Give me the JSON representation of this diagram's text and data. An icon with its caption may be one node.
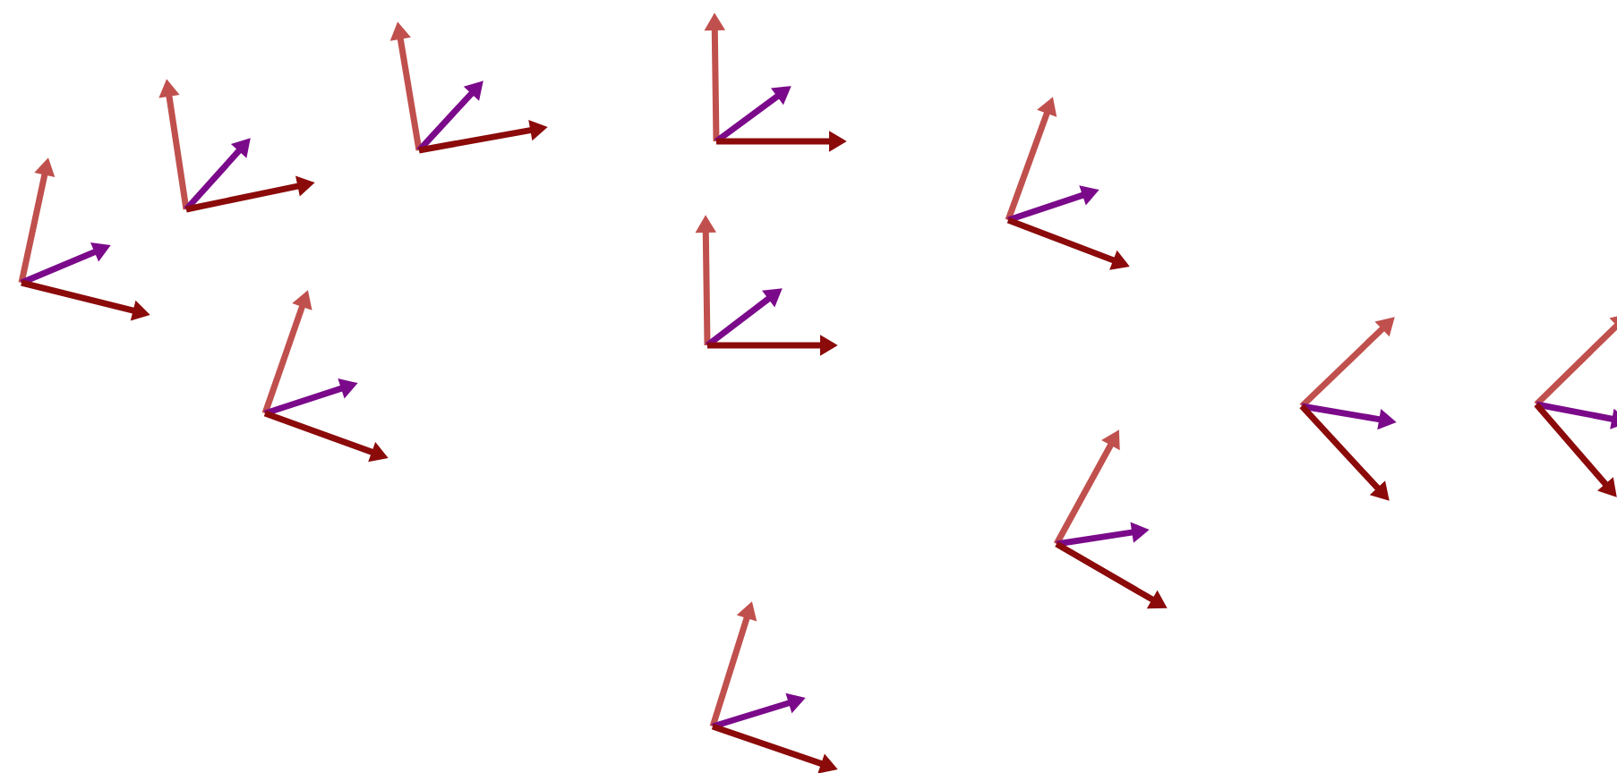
{
  "diagram": {
    "nodes": [
      {
        "text": [],
        "shape": "picture"
      },
      {
        "text": [],
        "shape": "picture"
      },
      {
        "text": [],
        "shape": "picture"
      },
      {
        "text": [],
        "shape": "picture"
      },
      {
        "text": [],
        "shape": "picture"
      },
      {
        "text": [],
        "shape": "picture"
      },
      {
        "text": [],
        "shape": "picture"
      },
      {
        "text": [],
        "shape": "picture"
      },
      {
        "text": [],
        "shape": "picture"
      },
      {
        "text": [],
        "shape": "picture"
      },
      {
        "text": [],
        "shape": "picture"
      }
    ]
  }
}
